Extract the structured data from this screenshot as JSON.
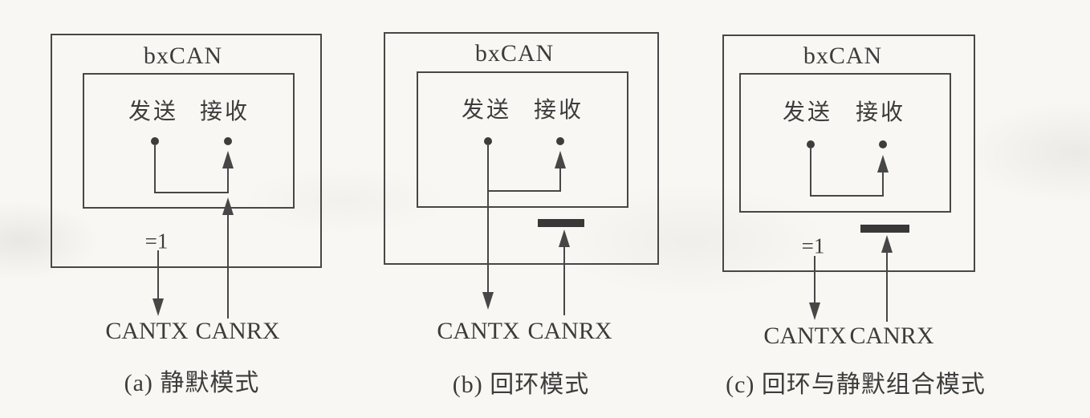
{
  "figure": {
    "colors": {
      "background": "#f8f7f3",
      "line": "#474747",
      "text": "#3c3c3c"
    },
    "panels": [
      {
        "module_label": "bxCAN",
        "tx_label": "发送",
        "rx_label": "接收",
        "drive_label": "=1",
        "pin_tx_label": "CANTX",
        "pin_rx_label": "CANRX",
        "caption": "(a) 静默模式"
      },
      {
        "module_label": "bxCAN",
        "tx_label": "发送",
        "rx_label": "接收",
        "pin_tx_label": "CANTX",
        "pin_rx_label": "CANRX",
        "caption": "(b) 回环模式"
      },
      {
        "module_label": "bxCAN",
        "tx_label": "发送",
        "rx_label": "接收",
        "drive_label": "=1",
        "pin_tx_label": "CANTX",
        "pin_rx_label": "CANRX",
        "caption": "(c) 回环与静默组合模式"
      }
    ]
  }
}
